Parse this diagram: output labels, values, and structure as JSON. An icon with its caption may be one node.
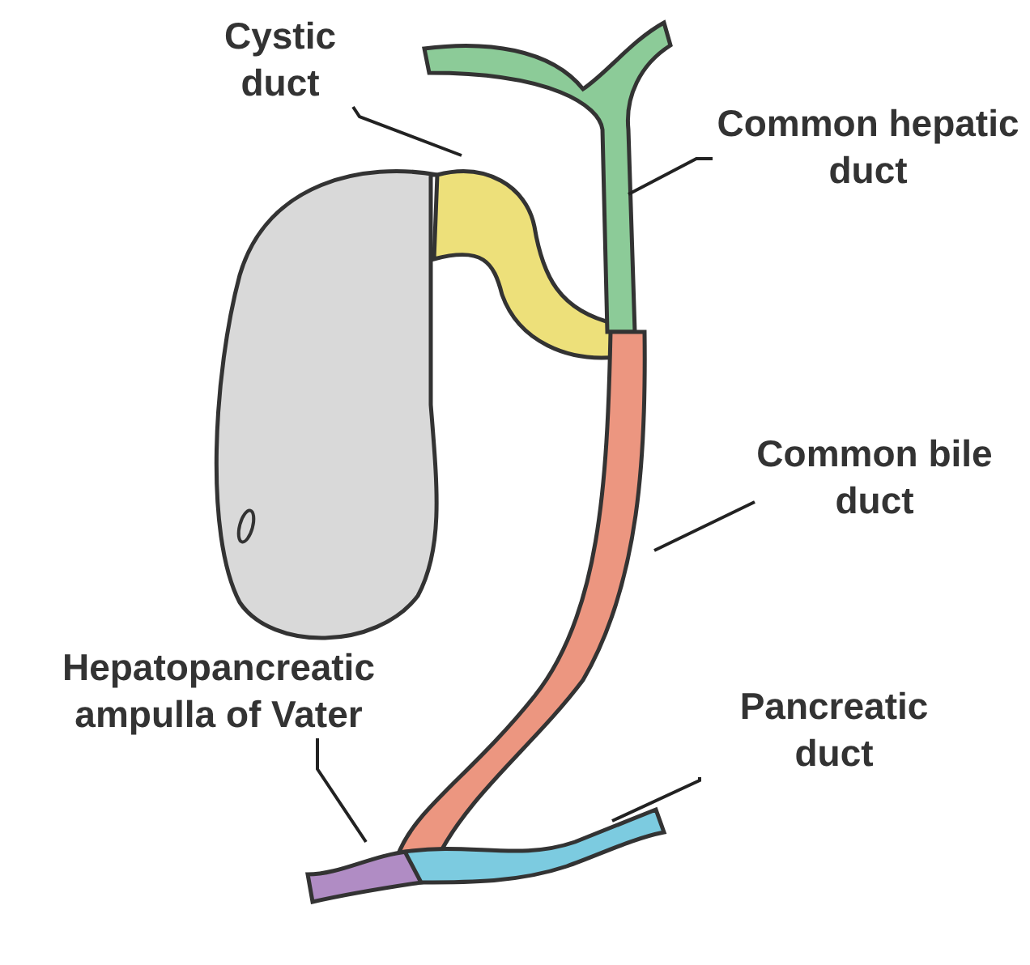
{
  "diagram": {
    "nodes": [
      {
        "text": [
          "Cystic duct"
        ]
      },
      {
        "text": [
          "Common hepatic duct"
        ]
      },
      {
        "text": [
          "Common bile duct"
        ]
      },
      {
        "text": [
          "Hepatopancreatic ampulla of Vater"
        ]
      },
      {
        "text": [
          "Pancreatic duct"
        ]
      }
    ],
    "edges": [
      {
        "from": 0,
        "to": null,
        "arrow": "none"
      },
      {
        "from": 1,
        "to": null,
        "arrow": "none"
      },
      {
        "from": 2,
        "to": null,
        "arrow": "none"
      },
      {
        "from": 3,
        "to": null,
        "arrow": "none"
      },
      {
        "from": 4,
        "to": null,
        "arrow": "none"
      }
    ]
  }
}
